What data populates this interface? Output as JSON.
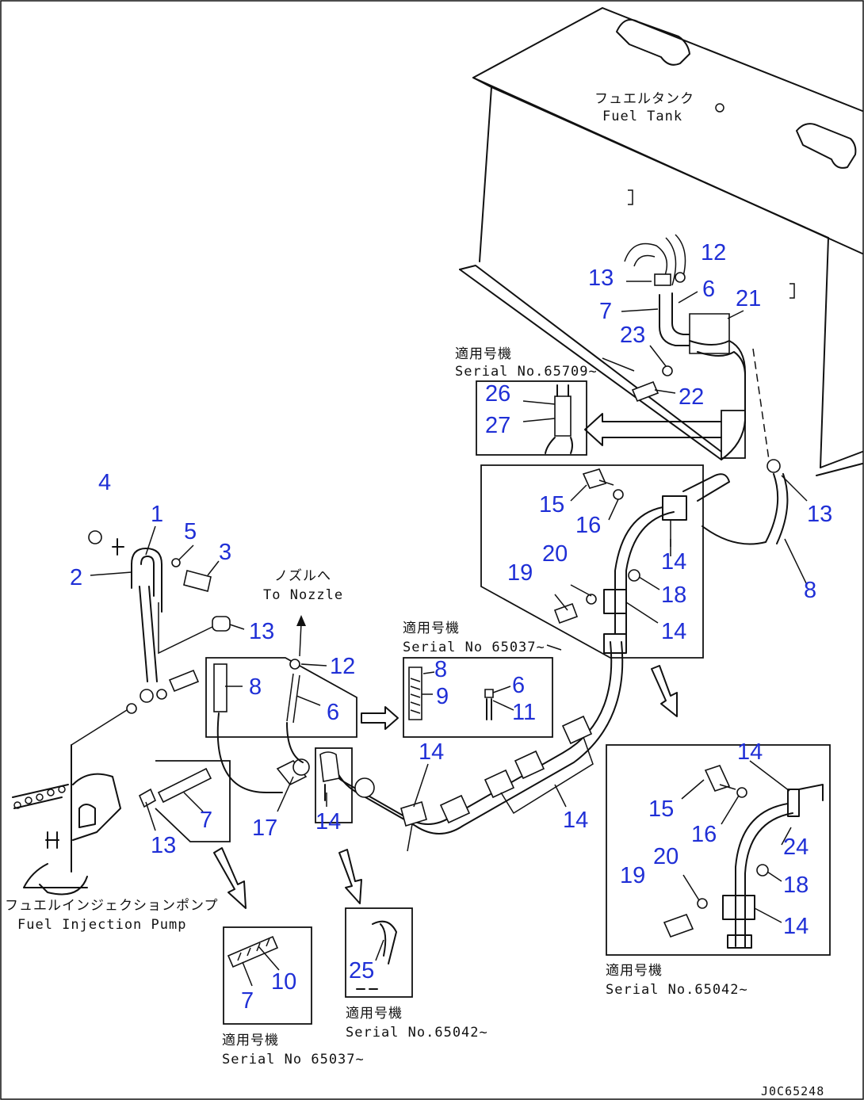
{
  "captions": {
    "fuel_tank_jp": "フュエルタンク",
    "fuel_tank_en": "Fuel Tank",
    "serial_65709_jp": "適用号機",
    "serial_65709_en": "Serial No.65709~",
    "to_nozzle_jp": "ノズルへ",
    "to_nozzle_en": "To Nozzle",
    "serial_65037_mid_jp": "適用号機",
    "serial_65037_mid_en": "Serial No 65037~",
    "serial_65042_right_jp": "適用号機",
    "serial_65042_right_en": "Serial No.65042~",
    "pump_jp": "フュエルインジェクションポンプ",
    "pump_en": "Fuel Injection Pump",
    "serial_65037_bottom_jp": "適用号機",
    "serial_65037_bottom_en": "Serial No 65037~",
    "serial_65042_bottom_jp": "適用号機",
    "serial_65042_bottom_en": "Serial No.65042~",
    "drawing_code": "J0C65248"
  },
  "callouts": {
    "c1": "1",
    "c2": "2",
    "c3": "3",
    "c4": "4",
    "c5": "5",
    "c6a": "6",
    "c6b": "6",
    "c6c": "6",
    "c7a": "7",
    "c7b": "7",
    "c7c": "7",
    "c8a": "8",
    "c8b": "8",
    "c8c": "8",
    "c9": "9",
    "c10": "10",
    "c11": "11",
    "c12a": "12",
    "c12b": "12",
    "c13a": "13",
    "c13b": "13",
    "c13c": "13",
    "c13d": "13",
    "c14a": "14",
    "c14b": "14",
    "c14c": "14",
    "c14d": "14",
    "c14e": "14",
    "c14f": "14",
    "c14g": "14",
    "c15a": "15",
    "c15b": "15",
    "c16a": "16",
    "c16b": "16",
    "c17": "17",
    "c18a": "18",
    "c18b": "18",
    "c19a": "19",
    "c19b": "19",
    "c20a": "20",
    "c20b": "20",
    "c21": "21",
    "c22": "22",
    "c23": "23",
    "c24": "24",
    "c25": "25",
    "c26": "26",
    "c27": "27"
  }
}
